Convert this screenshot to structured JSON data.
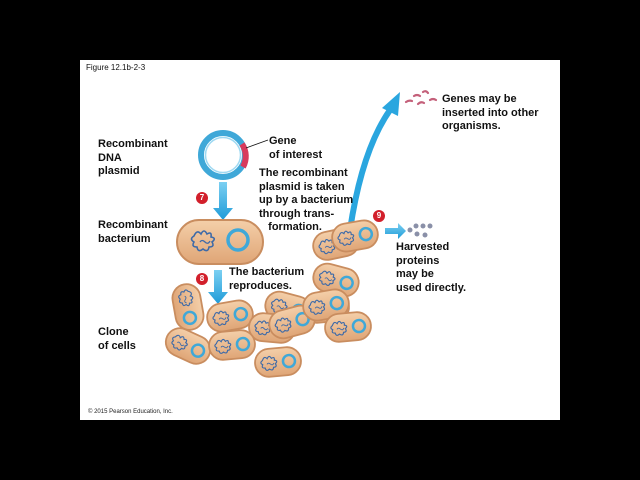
{
  "figure_label": "Figure 12.1b-2-3",
  "copyright": "© 2015 Pearson Education, Inc.",
  "labels": {
    "recombinant_plasmid": "Recombinant\nDNA\nplasmid",
    "gene_of_interest": "Gene\nof interest",
    "uptake": "The recombinant\nplasmid is taken\nup by a bacterium\nthrough trans-\n   formation.",
    "recombinant_bacterium": "Recombinant\nbacterium",
    "reproduces": "The bacterium\nreproduces.",
    "clone": "Clone\nof cells",
    "genes_inserted": "Genes may be\ninserted into other\norganisms.",
    "harvested": "Harvested\nproteins\nmay be\nused directly."
  },
  "steps": {
    "s7": "7",
    "s8": "8",
    "s9": "9"
  },
  "colors": {
    "plasmid": "#3fa8d8",
    "gene": "#d83a5c",
    "cell_fill": "#e9b98e",
    "cell_stroke": "#c98d5f",
    "arrow": "#2aa6df",
    "dna_coil": "#3d6aa8",
    "badge": "#d21f2b"
  }
}
